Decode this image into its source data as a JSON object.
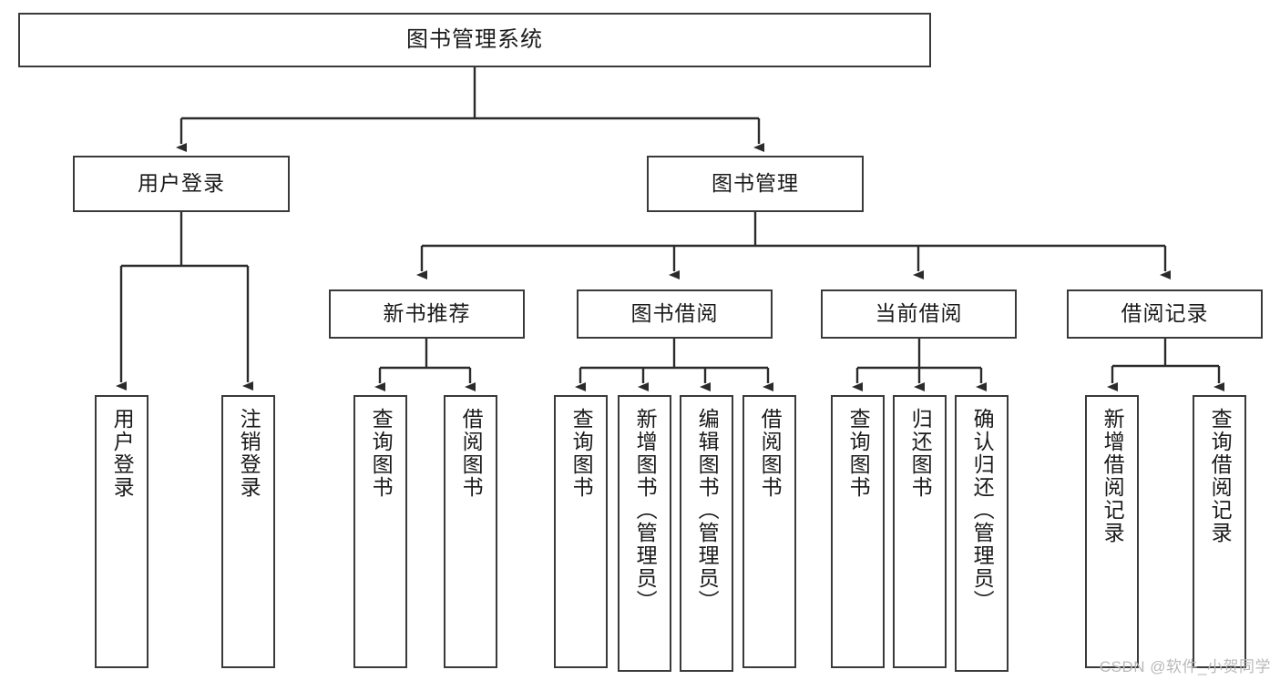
{
  "diagram": {
    "title": "图书管理系统",
    "type": "function-structure-tree",
    "orientation": "top-down",
    "colors": {
      "background": "#ffffff",
      "node_border": "#3a3a3a",
      "node_fill": "#ffffff",
      "edge": "#2b2b2b",
      "text": "#1a1a1a",
      "watermark": "#b9b9b9"
    }
  },
  "root": {
    "label": "图书管理系统"
  },
  "level2": [
    {
      "label": "用户登录"
    },
    {
      "label": "图书管理"
    }
  ],
  "level3": [
    {
      "label": "新书推荐"
    },
    {
      "label": "图书借阅"
    },
    {
      "label": "当前借阅"
    },
    {
      "label": "借阅记录"
    }
  ],
  "leaves": {
    "user_login": [
      {
        "label": "用户登录"
      },
      {
        "label": "注销登录"
      }
    ],
    "new_book_recommend": [
      {
        "label": "查询图书"
      },
      {
        "label": "借阅图书"
      }
    ],
    "book_borrow": [
      {
        "label": "查询图书"
      },
      {
        "label": "新增图书（管理员）"
      },
      {
        "label": "编辑图书（管理员）"
      },
      {
        "label": "借阅图书"
      }
    ],
    "current_borrow": [
      {
        "label": "查询图书"
      },
      {
        "label": "归还图书"
      },
      {
        "label": "确认归还（管理员）"
      }
    ],
    "borrow_record": [
      {
        "label": "新增借阅记录"
      },
      {
        "label": "查询借阅记录"
      }
    ]
  },
  "watermark": {
    "text": "CSDN @软件_小贺同学"
  }
}
